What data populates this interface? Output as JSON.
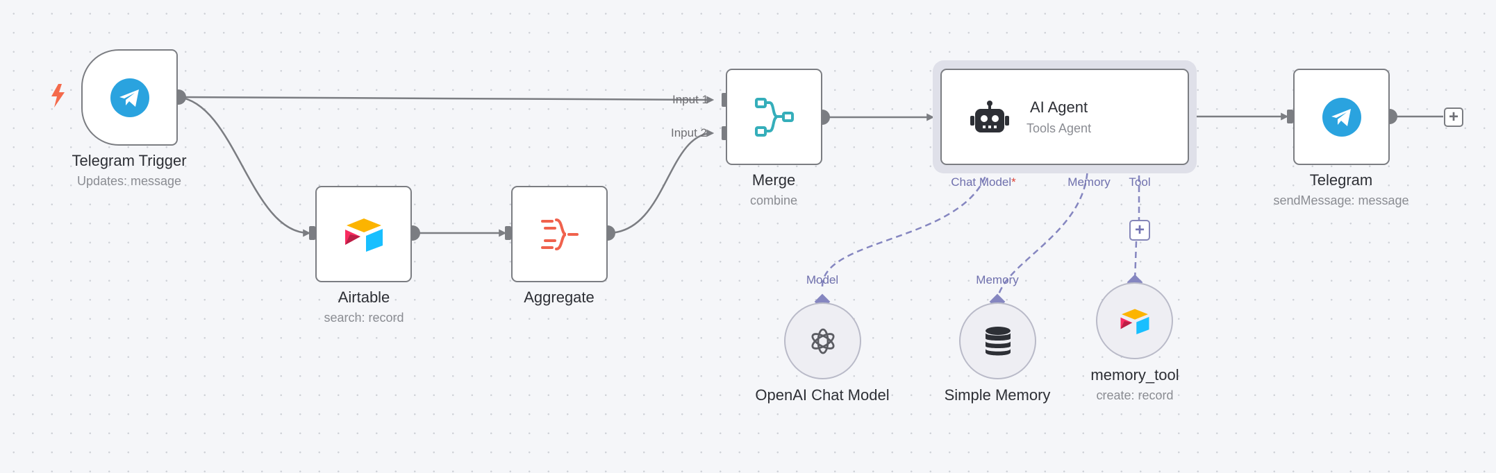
{
  "workflow": {
    "nodes": {
      "telegram_trigger": {
        "title": "Telegram Trigger",
        "subtitle": "Updates: message"
      },
      "airtable": {
        "title": "Airtable",
        "subtitle": "search: record"
      },
      "aggregate": {
        "title": "Aggregate"
      },
      "merge": {
        "title": "Merge",
        "subtitle": "combine"
      },
      "ai_agent": {
        "title": "AI Agent",
        "subtitle": "Tools Agent"
      },
      "telegram": {
        "title": "Telegram",
        "subtitle": "sendMessage: message"
      },
      "openai_chat_model": {
        "title": "OpenAI Chat Model"
      },
      "simple_memory": {
        "title": "Simple Memory"
      },
      "memory_tool": {
        "title": "memory_tool",
        "subtitle": "create: record"
      }
    },
    "inputs": {
      "input_1": "Input 1",
      "input_2": "Input 2"
    },
    "agent_ports": {
      "chat_model": "Chat Model",
      "required_mark": "*",
      "memory": "Memory",
      "tool": "Tool"
    },
    "sub_ports": {
      "model": "Model",
      "memory": "Memory"
    },
    "add_symbol": "+"
  },
  "colors": {
    "telegram_blue": "#2aa3df",
    "airtable_yellow": "#fcb400",
    "airtable_blue": "#18bfff",
    "airtable_red": "#f82b60",
    "aggregate_red": "#f0624d",
    "merge_teal": "#35aeba",
    "ai_port_purple": "#8586c0",
    "trigger_orange": "#f46a4b"
  },
  "icons": {
    "telegram_trigger": "telegram-icon",
    "airtable": "airtable-icon",
    "aggregate": "aggregate-icon",
    "merge": "merge-icon",
    "ai_agent": "robot-icon",
    "telegram": "telegram-icon",
    "openai_chat_model": "openai-icon",
    "simple_memory": "database-icon",
    "memory_tool": "airtable-icon",
    "trigger_marker": "lightning-bolt-icon"
  }
}
